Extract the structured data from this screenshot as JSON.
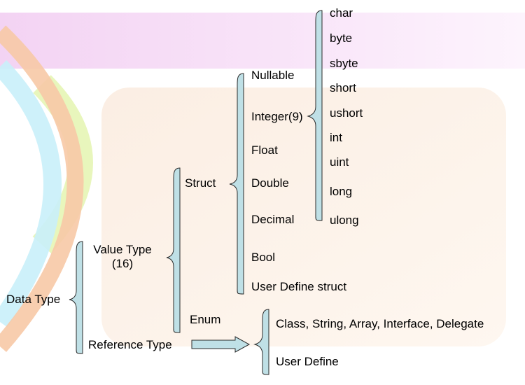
{
  "root": {
    "label": "Data Type"
  },
  "value_type": {
    "label_line1": "Value Type",
    "label_line2": "(16)"
  },
  "reference_type": {
    "label": "Reference Type"
  },
  "struct": {
    "label": "Struct"
  },
  "enum": {
    "label": "Enum"
  },
  "struct_children": [
    "Nullable",
    "Integer(9)",
    "Float",
    "Double",
    "Decimal",
    "Bool",
    "User Define struct"
  ],
  "integer_types": [
    "char",
    "byte",
    "sbyte",
    "short",
    "ushort",
    "int",
    "uint",
    "long",
    "ulong"
  ],
  "reference_children": [
    "Class, String, Array, Interface, Delegate",
    "User Define"
  ],
  "colors": {
    "brace_fill": "#bfe0e6",
    "brace_stroke": "#2b2b2b",
    "arrow_fill": "#bfe0e6",
    "band_top": "#f7d9f7",
    "panel": "#fdf1e6",
    "arc_orange": "#f6c7a5",
    "arc_cyan": "#c8f1fa",
    "arc_green": "#e6f6b8"
  }
}
